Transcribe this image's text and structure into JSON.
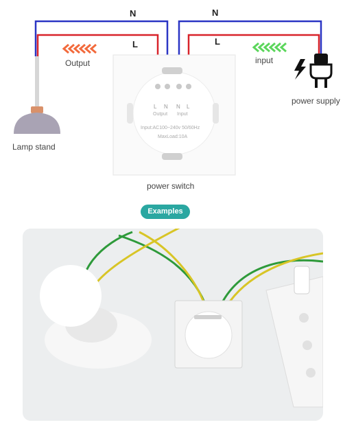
{
  "diagram": {
    "wire_n_left": "N",
    "wire_n_right": "N",
    "wire_l_left": "L",
    "wire_l_right": "L",
    "output_label": "Output",
    "input_label": "input",
    "lamp_label": "Lamp stand",
    "supply_label": "power supply",
    "switch_label": "power switch",
    "terminals": [
      "L",
      "N",
      "N",
      "L"
    ],
    "terminal_out": "Output",
    "terminal_in": "Input",
    "spec_input": "Input:AC100~240v  50/60Hz",
    "spec_load": "MaxLoad:10A"
  },
  "examples": {
    "badge": "Examples"
  },
  "colors": {
    "neutral_wire": "#2a35c4",
    "live_wire": "#d8232a",
    "output_arrows": "#f26a3c",
    "input_arrows": "#5bd65b",
    "badge": "#2aa7a1"
  },
  "icons": [
    "lamp-icon",
    "plug-icon",
    "lightning-icon",
    "switch-panel",
    "arrow-left-icon"
  ]
}
